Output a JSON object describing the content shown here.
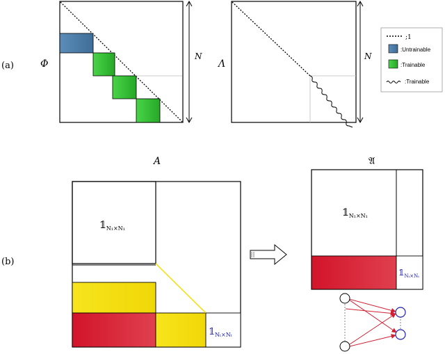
{
  "panel_a": {
    "label": "(a)",
    "phi_label": "Φ",
    "lambda_label": "Λ",
    "n_label_left": "N",
    "n_label_right": "N",
    "legend": {
      "dotted": ";1",
      "untrainable": ":Untrainable",
      "trainable_box": ":Trainable",
      "trainable_wave": ":Trainable"
    }
  },
  "panel_b": {
    "label": "(b)",
    "a_title": "A",
    "frak_title": "𝔄",
    "ident_block_left": "𝟙",
    "ident_sub_left": "N₁×N₁",
    "ident_block_right": "𝟙",
    "ident_sub_right": "N₁×N₁",
    "ident_small_left": "𝟙",
    "ident_small_sub_left": "Nₜ×Nₜ",
    "ident_small_right": "𝟙",
    "ident_small_sub_right": "Nₜ×Nₜ"
  },
  "colors": {
    "untrainable": "#5b8db8",
    "trainable": "#3ec63e",
    "yellow": "#f5e01a",
    "red": "#d21e32",
    "blue_text": "#2020b0"
  }
}
